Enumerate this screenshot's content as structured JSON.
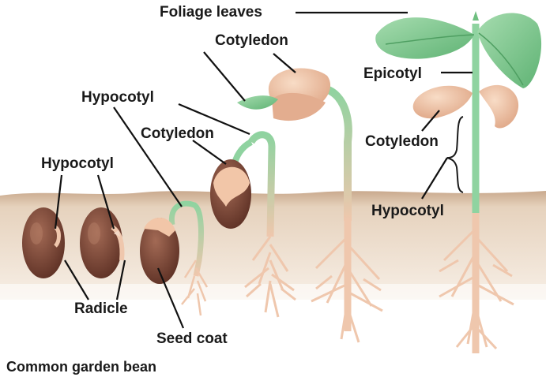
{
  "caption": "Common garden bean",
  "labels": {
    "foliage_leaves": "Foliage leaves",
    "cotyledon_top": "Cotyledon",
    "hypocotyl_mid": "Hypocotyl",
    "cotyledon_mid": "Cotyledon",
    "hypocotyl_left": "Hypocotyl",
    "radicle": "Radicle",
    "seed_coat": "Seed coat",
    "epicotyl": "Epicotyl",
    "cotyledon_right": "Cotyledon",
    "hypocotyl_right": "Hypocotyl"
  },
  "colors": {
    "soil": "#e9d9c6",
    "soil_surface": "#c9a98d",
    "stem_green": "#8fd3a0",
    "root": "#efc7ad",
    "seed": "#7a4636",
    "cotyledon": "#f2c6a8",
    "leaf": "#7cc88c"
  }
}
